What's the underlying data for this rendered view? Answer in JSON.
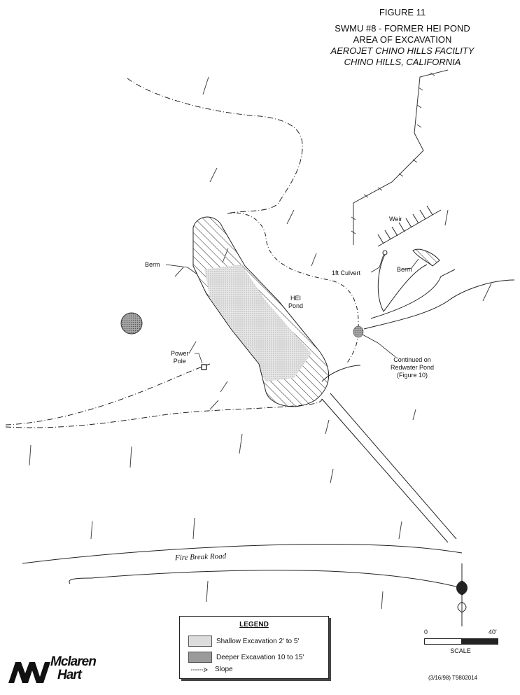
{
  "title": {
    "figure": "FIGURE 11",
    "line1": "SWMU #8 - FORMER HEI POND",
    "line2": "AREA OF EXCAVATION",
    "line3": "AEROJET CHINO HILLS FACILITY",
    "line4": "CHINO HILLS, CALIFORNIA"
  },
  "labels": {
    "berm_left": "Berm",
    "berm_right": "Berm",
    "weir": "Weir",
    "culvert": "1ft Culvert",
    "pond_line1": "HEI",
    "pond_line2": "Pond",
    "pole_line1": "Power",
    "pole_line2": "Pole",
    "continued_line1": "Continued on",
    "continued_line2": "Redwater Pond",
    "continued_line3": "(Figure 10)",
    "road": "Fire Break Road"
  },
  "legend": {
    "title": "LEGEND",
    "items": [
      {
        "label": "Shallow Excavation 2' to 5'",
        "pattern": "light-stipple"
      },
      {
        "label": "Deeper Excavation 10  to 15'",
        "pattern": "dark-stipple"
      },
      {
        "label": "Slope",
        "pattern": "arrow"
      }
    ]
  },
  "scale": {
    "start": "0",
    "end": "40'",
    "label": "SCALE"
  },
  "logo": {
    "line1": "Mclaren",
    "line2": "Hart"
  },
  "doc_ref": "(3/16/98)  T9802014",
  "colors": {
    "ink": "#1a1a1a",
    "shallow": "#dcdcdc",
    "deep": "#9a9a9a",
    "pond_circle": "#8a8a8a"
  }
}
